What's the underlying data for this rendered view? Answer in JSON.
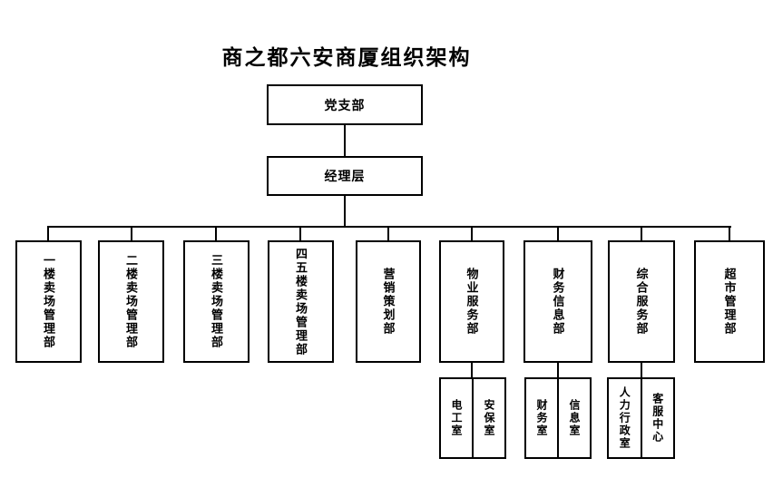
{
  "title": "商之都六安商厦组织架构",
  "org": {
    "root": "党支部",
    "management": "经理层",
    "departments": [
      {
        "label": "一楼卖场管理部"
      },
      {
        "label": "二楼卖场管理部"
      },
      {
        "label": "三楼卖场管理部"
      },
      {
        "label": "四五楼卖场管理部"
      },
      {
        "label": "营销策划部"
      },
      {
        "label": "物业服务部",
        "children": [
          {
            "label": "电工室"
          },
          {
            "label": "安保室"
          }
        ]
      },
      {
        "label": "财务信息部",
        "children": [
          {
            "label": "财务室"
          },
          {
            "label": "信息室"
          }
        ]
      },
      {
        "label": "综合服务部",
        "children": [
          {
            "label": "人力行政室"
          },
          {
            "label": "客服中心"
          }
        ]
      },
      {
        "label": "超市管理部"
      }
    ]
  },
  "colors": {
    "line": "#000000",
    "background": "#ffffff",
    "text": "#000000"
  }
}
